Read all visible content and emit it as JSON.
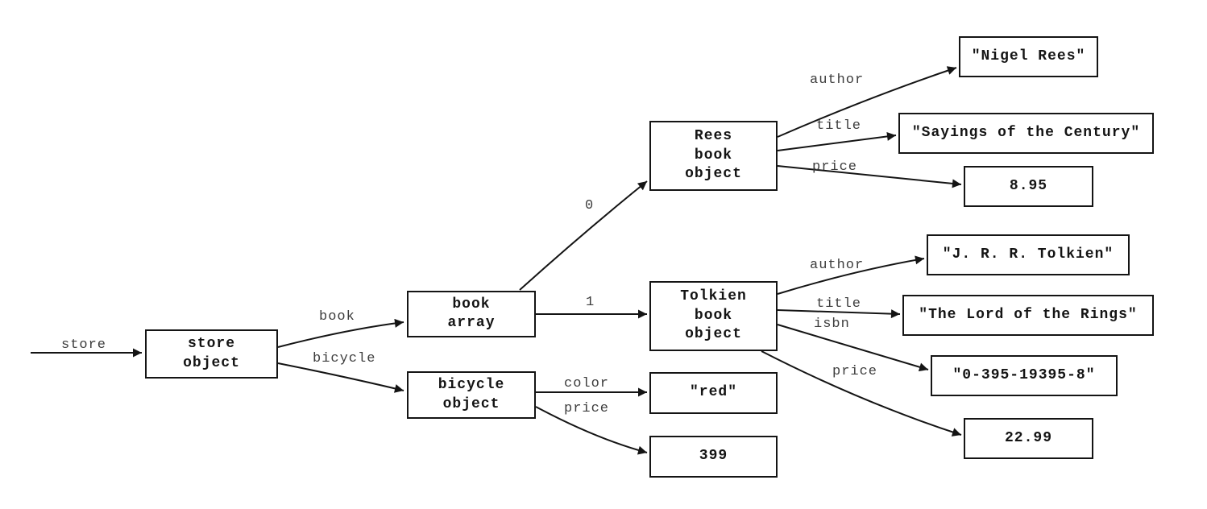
{
  "nodes": {
    "store_object": {
      "label": "store\nobject"
    },
    "book_array": {
      "label": "book\narray"
    },
    "bicycle_object": {
      "label": "bicycle\nobject"
    },
    "rees_book_object": {
      "label": "Rees\nbook\nobject"
    },
    "tolkien_book_object": {
      "label": "Tolkien\nbook\nobject"
    },
    "nigel_rees": {
      "label": "\"Nigel Rees\""
    },
    "sayings_of_the_century": {
      "label": "\"Sayings of the Century\""
    },
    "rees_price": {
      "label": "8.95"
    },
    "jrr_tolkien": {
      "label": "\"J. R. R. Tolkien\""
    },
    "lord_of_the_rings": {
      "label": "\"The Lord of the Rings\""
    },
    "tolkien_isbn": {
      "label": "\"0-395-19395-8\""
    },
    "tolkien_price": {
      "label": "22.99"
    },
    "bicycle_color_value": {
      "label": "\"red\""
    },
    "bicycle_price_value": {
      "label": "399"
    }
  },
  "edge_labels": {
    "store": "store",
    "book": "book",
    "bicycle": "bicycle",
    "index_0": "0",
    "index_1": "1",
    "rees_author": "author",
    "rees_title": "title",
    "rees_price": "price",
    "tolkien_author": "author",
    "tolkien_title": "title",
    "tolkien_isbn": "isbn",
    "tolkien_price": "price",
    "bicycle_color": "color",
    "bicycle_price": "price"
  },
  "colors": {
    "line": "#141414",
    "node_border": "#141414",
    "node_text": "#141414",
    "edge_label_text": "#3d3d3d",
    "background": "#ffffff"
  }
}
